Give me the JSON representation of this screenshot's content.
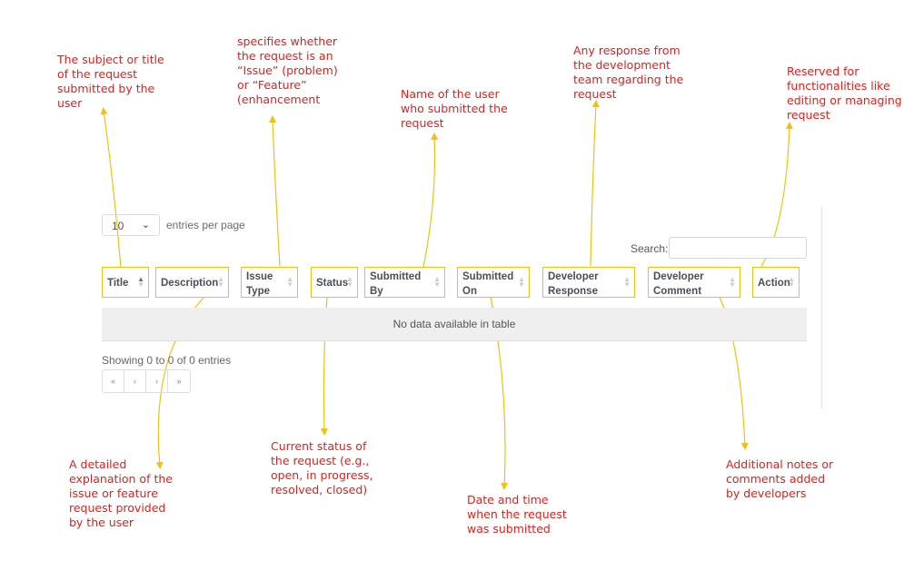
{
  "annotations": {
    "title": "The subject or title\nof the request\nsubmitted by the\nuser",
    "issue_type": "specifies whether\nthe request is an\n“Issue” (problem)\nor “Feature”\n(enhancement",
    "submitted_by": "Name of the user\nwho submitted the\nrequest",
    "developer_response": "Any response from\nthe development\nteam regarding the\nrequest",
    "action": "Reserved for\nfunctionalities like\nediting or managing\nrequest",
    "description": "A detailed\nexplanation of the\nissue or feature\nrequest provided\nby the user",
    "status": "Current status of\nthe request (e.g.,\nopen, in progress,\nresolved, closed)",
    "submitted_on": "Date and time\nwhen the request\nwas submitted",
    "developer_comment": "Additional notes or\ncomments added\nby developers"
  },
  "colors": {
    "annotation_text": "#e0201c",
    "callout_line": "#f5bf12"
  },
  "controls": {
    "entries_value": "10",
    "entries_label": "entries per page",
    "search_label": "Search:",
    "search_value": ""
  },
  "table": {
    "columns": [
      {
        "line1": "Title",
        "line2": "",
        "sort": "asc"
      },
      {
        "line1": "Description",
        "line2": "",
        "sort": "none"
      },
      {
        "line1": "Issue",
        "line2": "Type",
        "sort": "none"
      },
      {
        "line1": "Status",
        "line2": "",
        "sort": "none"
      },
      {
        "line1": "Submitted",
        "line2": "By",
        "sort": "none"
      },
      {
        "line1": "Submitted",
        "line2": "On",
        "sort": "none"
      },
      {
        "line1": "Developer",
        "line2": "Response",
        "sort": "none"
      },
      {
        "line1": "Developer",
        "line2": "Comment",
        "sort": "none"
      },
      {
        "line1": "Action",
        "line2": "",
        "sort": "none"
      }
    ],
    "empty_message": "No data available in table"
  },
  "footer": {
    "info": "Showing 0 to 0 of 0 entries",
    "pager": [
      "«",
      "‹",
      "›",
      "»"
    ]
  }
}
